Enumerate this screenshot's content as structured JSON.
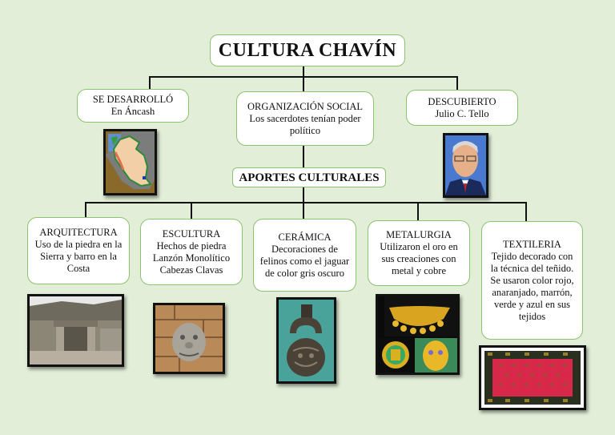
{
  "title": "CULTURA CHAVÍN",
  "top_nodes": [
    {
      "title": "SE DESARROLLÓ",
      "text": "En Áncash",
      "image": "peru-map-image"
    },
    {
      "title": "ORGANIZACIÓN SOCIAL",
      "text": "Los sacerdotes tenían poder político"
    },
    {
      "title": "DESCUBIERTO",
      "text": "Julio C. Tello",
      "image": "julio-tello-portrait-image"
    }
  ],
  "aportes": {
    "title": "APORTES CULTURALES"
  },
  "contributions": [
    {
      "title": "ARQUITECTURA",
      "text": "Uso de la piedra en la Sierra y barro en la Costa",
      "image": "stone-temple-ruins-image"
    },
    {
      "title": "ESCULTURA",
      "text": "Hechos de piedra Lanzón Monolítico Cabezas Clavas",
      "image": "cabeza-clava-image"
    },
    {
      "title": "CERÁMICA",
      "text": "Decoraciones de felinos como el jaguar de color gris oscuro",
      "image": "stirrup-vessel-image"
    },
    {
      "title": "METALURGIA",
      "text": "Utilizaron el oro en sus creaciones con metal y cobre",
      "image": "gold-artifacts-image"
    },
    {
      "title": "TEXTILERIA",
      "text": "Tejido decorado con la técnica del teñido. Se usaron color rojo, anaranjado, marrón, verde y azul en sus tejidos",
      "image": "red-textile-image"
    }
  ],
  "colors": {
    "background": "#e2eed8",
    "box_border": "#8cc36e",
    "connector": "#111111"
  }
}
